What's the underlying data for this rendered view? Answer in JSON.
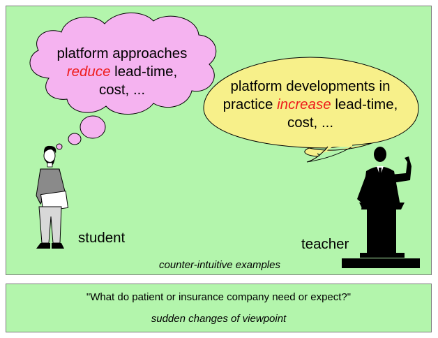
{
  "student_thought": {
    "line1": "platform approaches",
    "line2_emph": "reduce",
    "line2_rest": " lead-time,",
    "line3": "cost, ..."
  },
  "teacher_speech": {
    "line1": "platform developments in",
    "line2_pre": "practice ",
    "line2_emph": "increase",
    "line2_rest": " lead-time,",
    "line3": "cost, ..."
  },
  "labels": {
    "student": "student",
    "teacher": "teacher"
  },
  "captions": {
    "top": "counter-intuitive examples",
    "question": "\"What do patient or insurance company need or expect?\"",
    "bottom": "sudden changes of viewpoint"
  },
  "colors": {
    "panel_bg": "#b3f5ac",
    "thought_bubble": "#f5b3f0",
    "speech_bubble": "#f7f08a",
    "emphasis": "#ee1c1c"
  }
}
